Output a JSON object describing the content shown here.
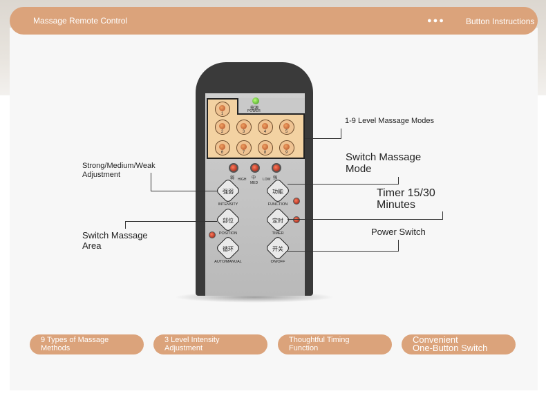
{
  "header": {
    "title": "Massage Remote Control",
    "dots": "●●●",
    "instructions": "Button Instructions"
  },
  "remote": {
    "power_cn": "电源",
    "power_en": "POWER",
    "mode_buttons": [
      "1",
      "2",
      "3",
      "4",
      "5",
      "6",
      "7",
      "8",
      "9"
    ],
    "level_labels": [
      "弱",
      "中",
      "强"
    ],
    "level_sub": [
      "HIGH",
      "MED",
      "LOW"
    ],
    "intensity_key": "强弱",
    "intensity_label": "INTENSITY",
    "function_key": "功能",
    "function_label": "FUNCTION",
    "position_key": "部位",
    "position_label": "POSITION",
    "timer_key": "定时",
    "timer_label": "TIMER",
    "auto_key": "循环",
    "auto_label": "AUTO/MANUAL",
    "onoff_key": "开关",
    "onoff_label": "ON/OFF"
  },
  "callouts": {
    "modes": "1-9 Level Massage Modes",
    "strength": "Strong/Medium/Weak Adjustment",
    "switch_mode": "Switch Massage Mode",
    "timer": "Timer 15/30 Minutes",
    "power": "Power Switch",
    "area": "Switch Massage Area"
  },
  "features": [
    {
      "line1": "9 Types of Massage",
      "line2": "Methods"
    },
    {
      "line1": "3 Level Intensity",
      "line2": "Adjustment"
    },
    {
      "line1": "Thoughtful Timing",
      "line2": "Function"
    },
    {
      "line1": "Convenient",
      "line2": "One-Button Switch"
    }
  ],
  "colors": {
    "accent": "#dba37b",
    "remote_body": "#3a3a3a",
    "modes_panel": "#f3d2a2"
  }
}
